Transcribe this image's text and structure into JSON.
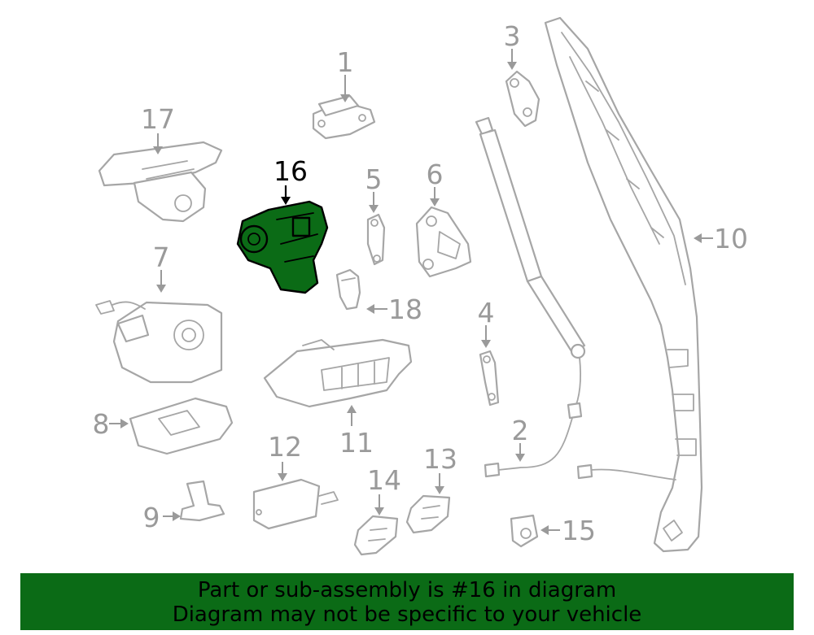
{
  "diagram": {
    "highlighted_part": "16",
    "highlight_color": "#0b6b16",
    "callout_color": "#9a9a9a",
    "callouts": {
      "c1": "1",
      "c2": "2",
      "c3": "3",
      "c4": "4",
      "c5": "5",
      "c6": "6",
      "c7": "7",
      "c8": "8",
      "c9": "9",
      "c10": "10",
      "c11": "11",
      "c12": "12",
      "c13": "13",
      "c14": "14",
      "c15": "15",
      "c16": "16",
      "c17": "17",
      "c18": "18"
    }
  },
  "banner": {
    "line1": "Part or sub-assembly is #16 in diagram",
    "line2": "Diagram may not be specific to your vehicle",
    "background": "#0b6b16"
  }
}
